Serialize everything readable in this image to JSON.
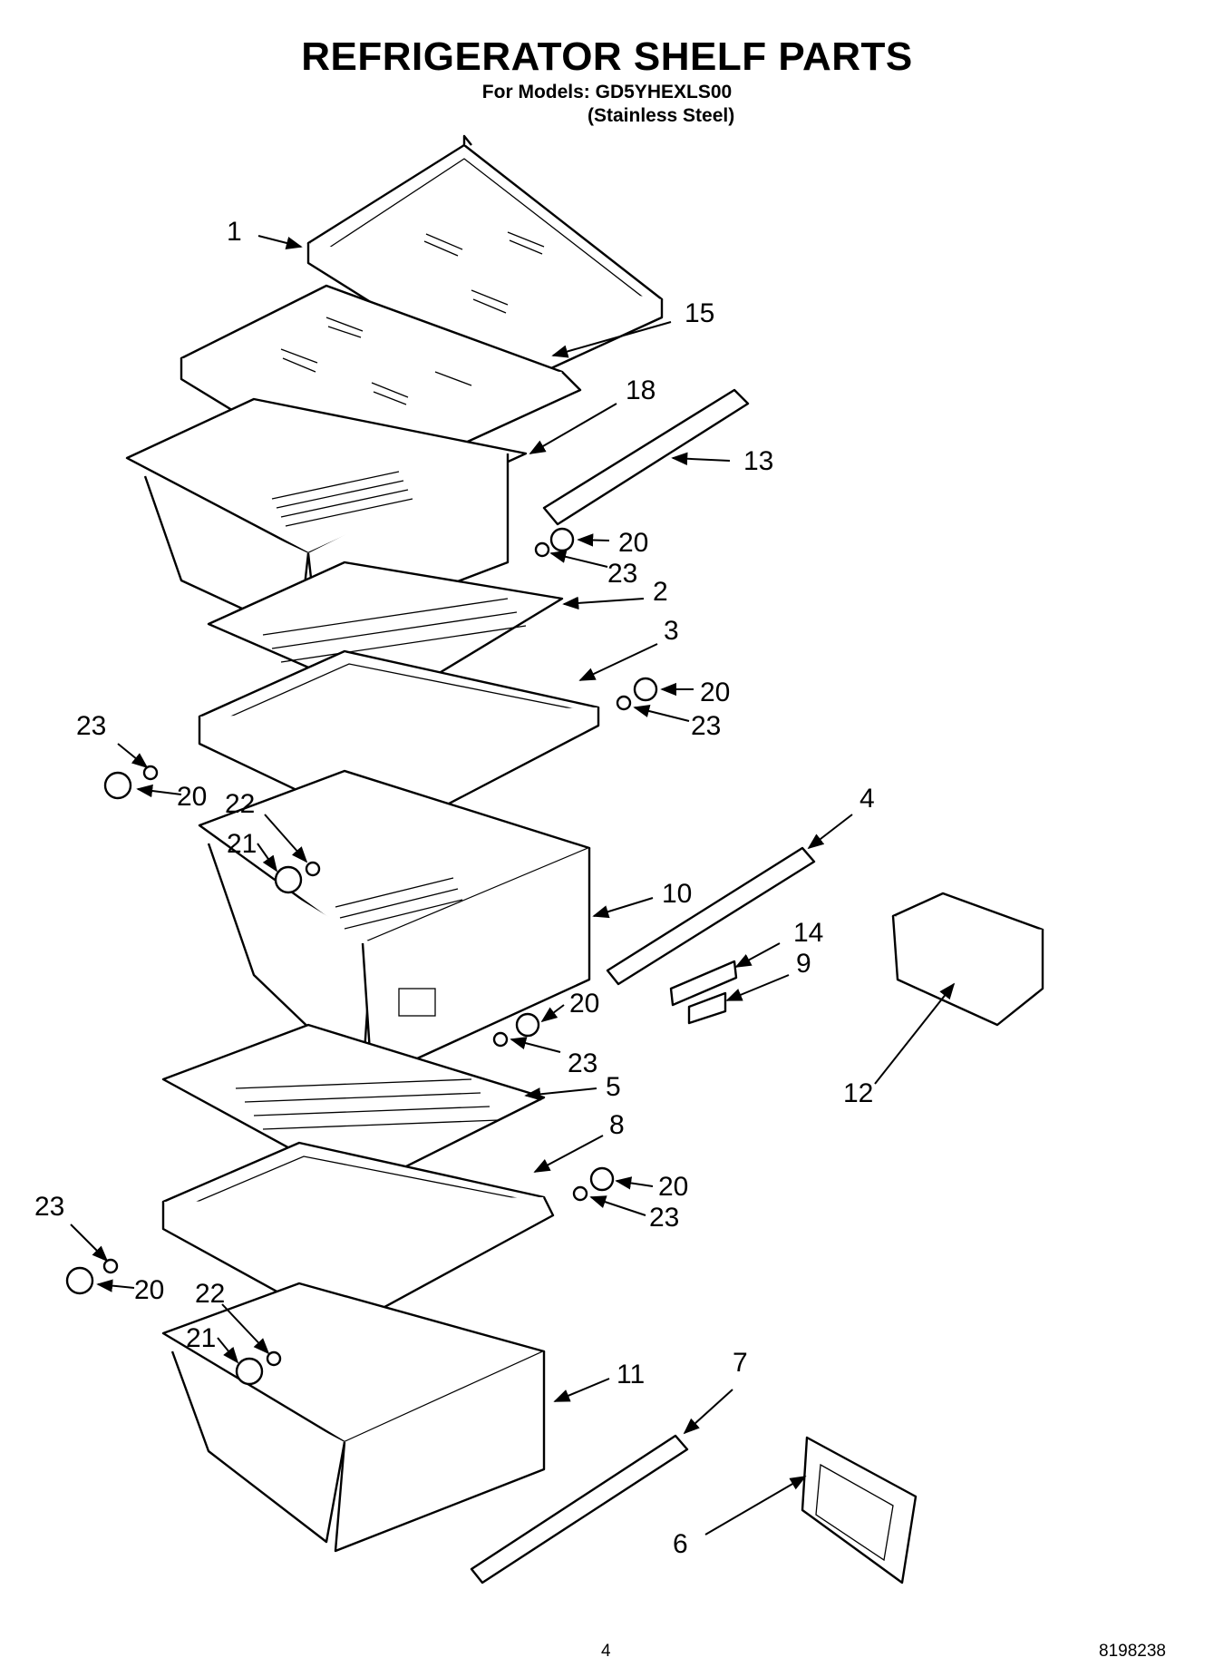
{
  "header": {
    "title": "REFRIGERATOR SHELF PARTS",
    "models_line": "For Models: GD5YHEXLS00",
    "finish_line": "(Stainless Steel)"
  },
  "callouts": [
    "1",
    "15",
    "18",
    "13",
    "20",
    "23",
    "2",
    "3",
    "20",
    "23",
    "23",
    "20",
    "22",
    "21",
    "4",
    "10",
    "14",
    "9",
    "20",
    "23",
    "12",
    "5",
    "8",
    "20",
    "23",
    "23",
    "20",
    "22",
    "21",
    "11",
    "7",
    "6"
  ],
  "footer": {
    "page_number": "4",
    "document_number": "8198238"
  }
}
